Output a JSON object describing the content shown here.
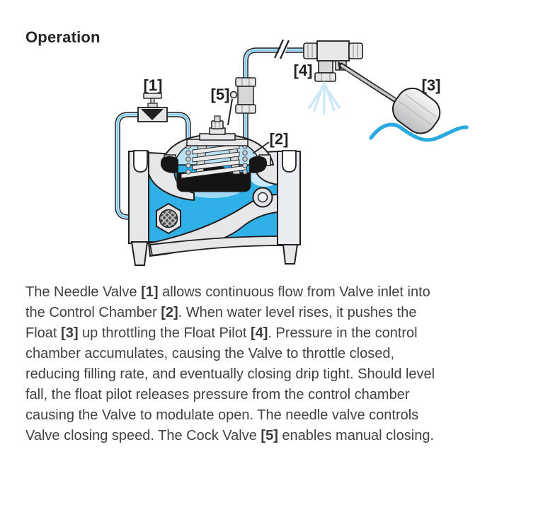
{
  "page": {
    "title": "Operation"
  },
  "diagram": {
    "labels": {
      "needle_valve": "[1]",
      "control_chamber": "[2]",
      "float": "[3]",
      "float_pilot": "[4]",
      "cock_valve": "[5]"
    },
    "colors": {
      "water": "#2fb0e7",
      "chamber_water": "#b9e0f5",
      "pipe_fill": "#c2e5f7",
      "pipe_core": "#6fc7f0",
      "wave": "#29abe2",
      "spray": "#cfe9f8",
      "metal_light": "#e6e7e8",
      "metal_mid": "#d6d7d8",
      "outline": "#231f20"
    }
  },
  "description": {
    "lines": [
      [
        {
          "t": "The Needle Valve ",
          "b": false
        },
        {
          "t": "[1]",
          "b": true
        },
        {
          "t": " allows continuous flow from Valve inlet into",
          "b": false
        }
      ],
      [
        {
          "t": "the Control Chamber ",
          "b": false
        },
        {
          "t": "[2]",
          "b": true
        },
        {
          "t": ". When water level rises, it pushes the",
          "b": false
        }
      ],
      [
        {
          "t": "Float ",
          "b": false
        },
        {
          "t": "[3]",
          "b": true
        },
        {
          "t": " up throttling the Float Pilot ",
          "b": false
        },
        {
          "t": "[4]",
          "b": true
        },
        {
          "t": ". Pressure in the control",
          "b": false
        }
      ],
      [
        {
          "t": "chamber accumulates, causing the Valve to throttle closed,",
          "b": false
        }
      ],
      [
        {
          "t": "reducing filling rate, and eventually closing drip tight. Should level",
          "b": false
        }
      ],
      [
        {
          "t": "fall, the float pilot releases pressure from the control chamber",
          "b": false
        }
      ],
      [
        {
          "t": "causing the Valve to modulate open. The needle valve controls",
          "b": false
        }
      ],
      [
        {
          "t": "Valve closing speed. The Cock Valve ",
          "b": false
        },
        {
          "t": "[5]",
          "b": true
        },
        {
          "t": " enables manual closing.",
          "b": false
        }
      ]
    ]
  }
}
